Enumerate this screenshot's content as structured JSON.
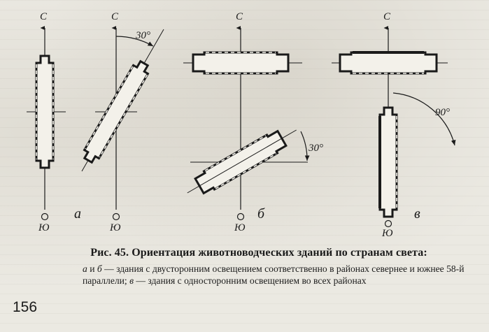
{
  "figure": {
    "panels": [
      {
        "letter": "",
        "north": "С",
        "south": "Ю",
        "angle": ""
      },
      {
        "letter": "а",
        "north": "С",
        "south": "Ю",
        "angle": "30°"
      },
      {
        "letter": "б",
        "north": "С",
        "south": "Ю",
        "angle": "30°"
      },
      {
        "letter": "в",
        "north": "С",
        "south": "Ю",
        "angle": "90°"
      }
    ]
  },
  "caption": {
    "title": "Рис. 45. Ориентация животноводческих зданий по странам света:",
    "part1_italic": "а",
    "part2": " и ",
    "part3_italic": "б",
    "part4": " — здания с двусторонним освещением соответственно в районах севернее и южнее 58-й параллели; ",
    "part5_italic": "в",
    "part6": " — здания с односторонним освещением во всех районах"
  },
  "page_number": "156"
}
